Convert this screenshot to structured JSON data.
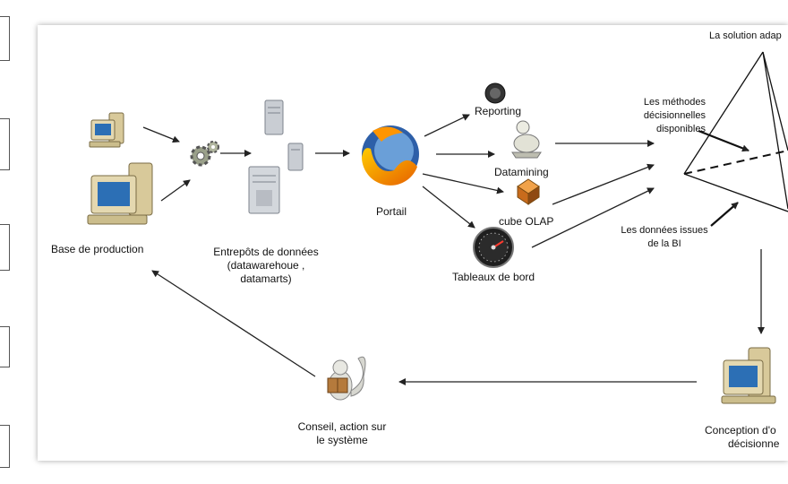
{
  "nodes": {
    "production": "Base de production",
    "warehouse_line1": "Entrepôts de données",
    "warehouse_line2": "(datawarehoue ,",
    "warehouse_line3": "datamarts)",
    "portal": "Portail",
    "reporting": "Reporting",
    "datamining": "Datamining",
    "olap": "cube OLAP",
    "dashboard": "Tableaux de bord",
    "methods_line1": "Les méthodes",
    "methods_line2": "décisionnelles",
    "methods_line3": "disponibles",
    "bi_data_line1": "Les données issues",
    "bi_data_line2": "de la BI",
    "solution": "La solution adap",
    "design_line1": "Conception d'o",
    "design_line2": "décisionne",
    "advice_line1": "Conseil, action sur",
    "advice_line2": "le système"
  },
  "colors": {
    "arrow": "#222222",
    "computer_body": "#d8c99a",
    "screen": "#2c6fb5",
    "server": "#c9cdd3",
    "firefox_orange": "#e66000",
    "firefox_blue": "#2d5fa8"
  },
  "icons": [
    "computer-icon",
    "gears-icon",
    "server-icon",
    "firefox-icon",
    "reporting-icon",
    "datamining-icon",
    "olap-cube-icon",
    "gauge-icon",
    "squirrel-reading-icon",
    "pyramid-icon"
  ]
}
